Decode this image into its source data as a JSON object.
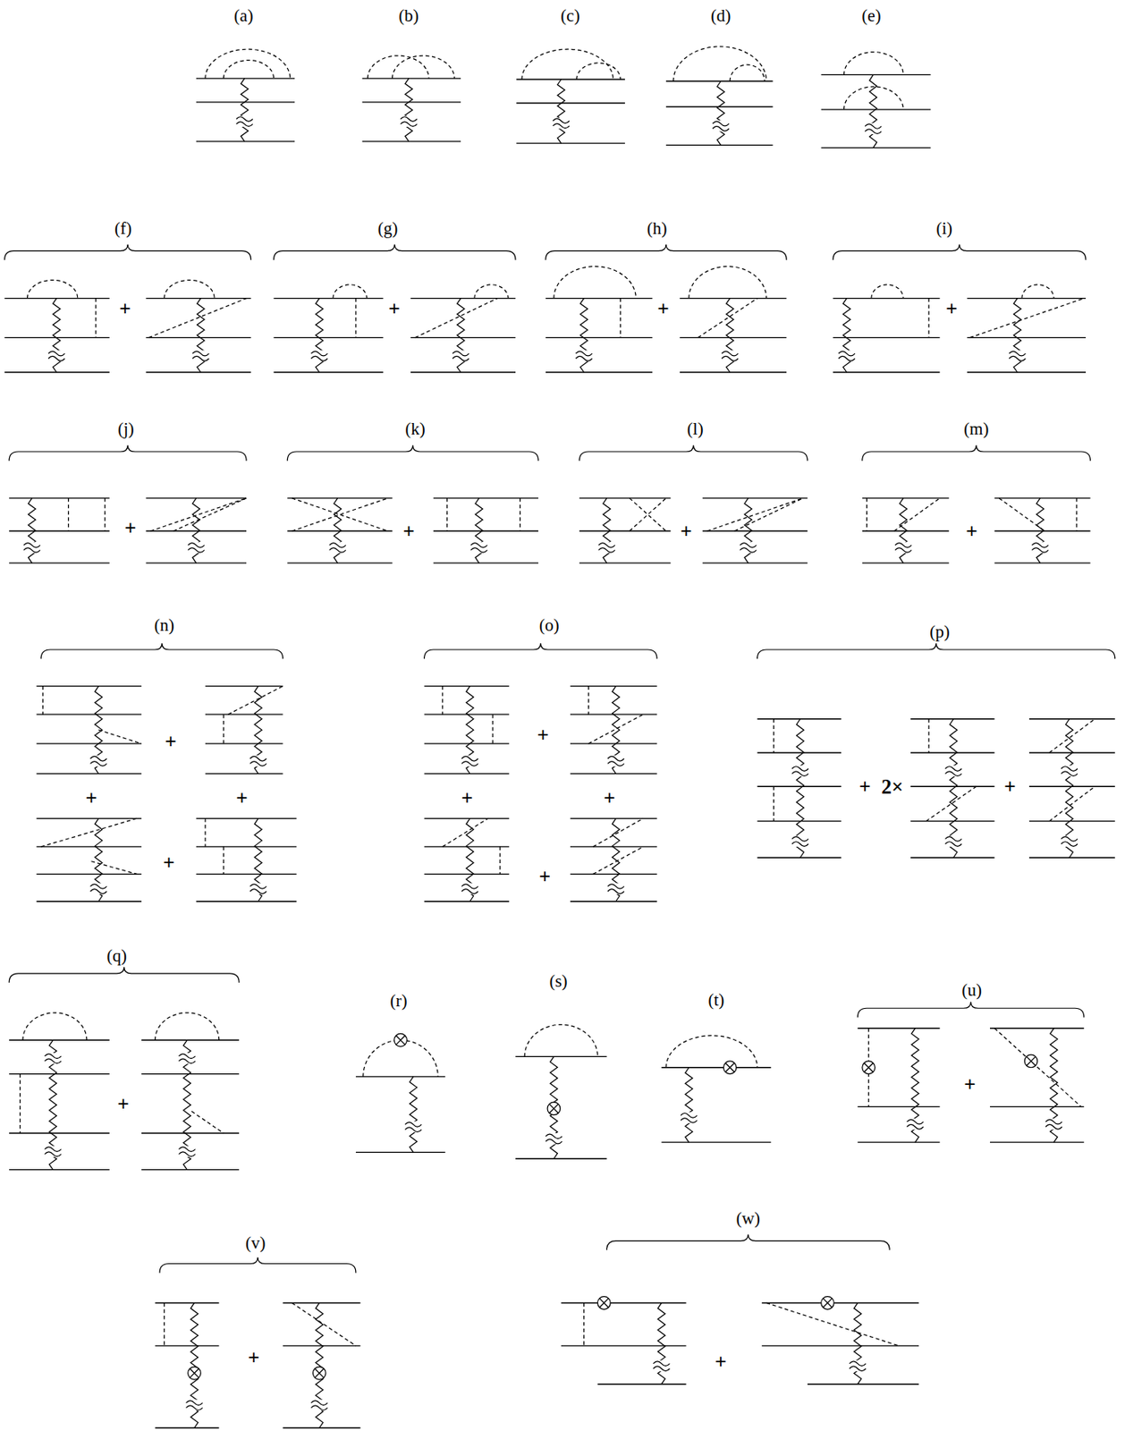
{
  "diagram": {
    "labels": [
      "(a)",
      "(b)",
      "(c)",
      "(d)",
      "(e)",
      "(f)",
      "(g)",
      "(h)",
      "(i)",
      "+",
      "+",
      "+",
      "+",
      "(j)",
      "(k)",
      "(l)",
      "(m)",
      "+",
      "+",
      "+",
      "+",
      "(n)",
      "(o)",
      "(p)",
      "+",
      "+",
      "+",
      "+",
      "+",
      "+",
      "+",
      "+",
      "+",
      "2×",
      "+",
      "(q)",
      "(r)",
      "(s)",
      "(t)",
      "(u)",
      "+",
      "+",
      "(v)",
      "(w)",
      "+",
      "+"
    ]
  }
}
